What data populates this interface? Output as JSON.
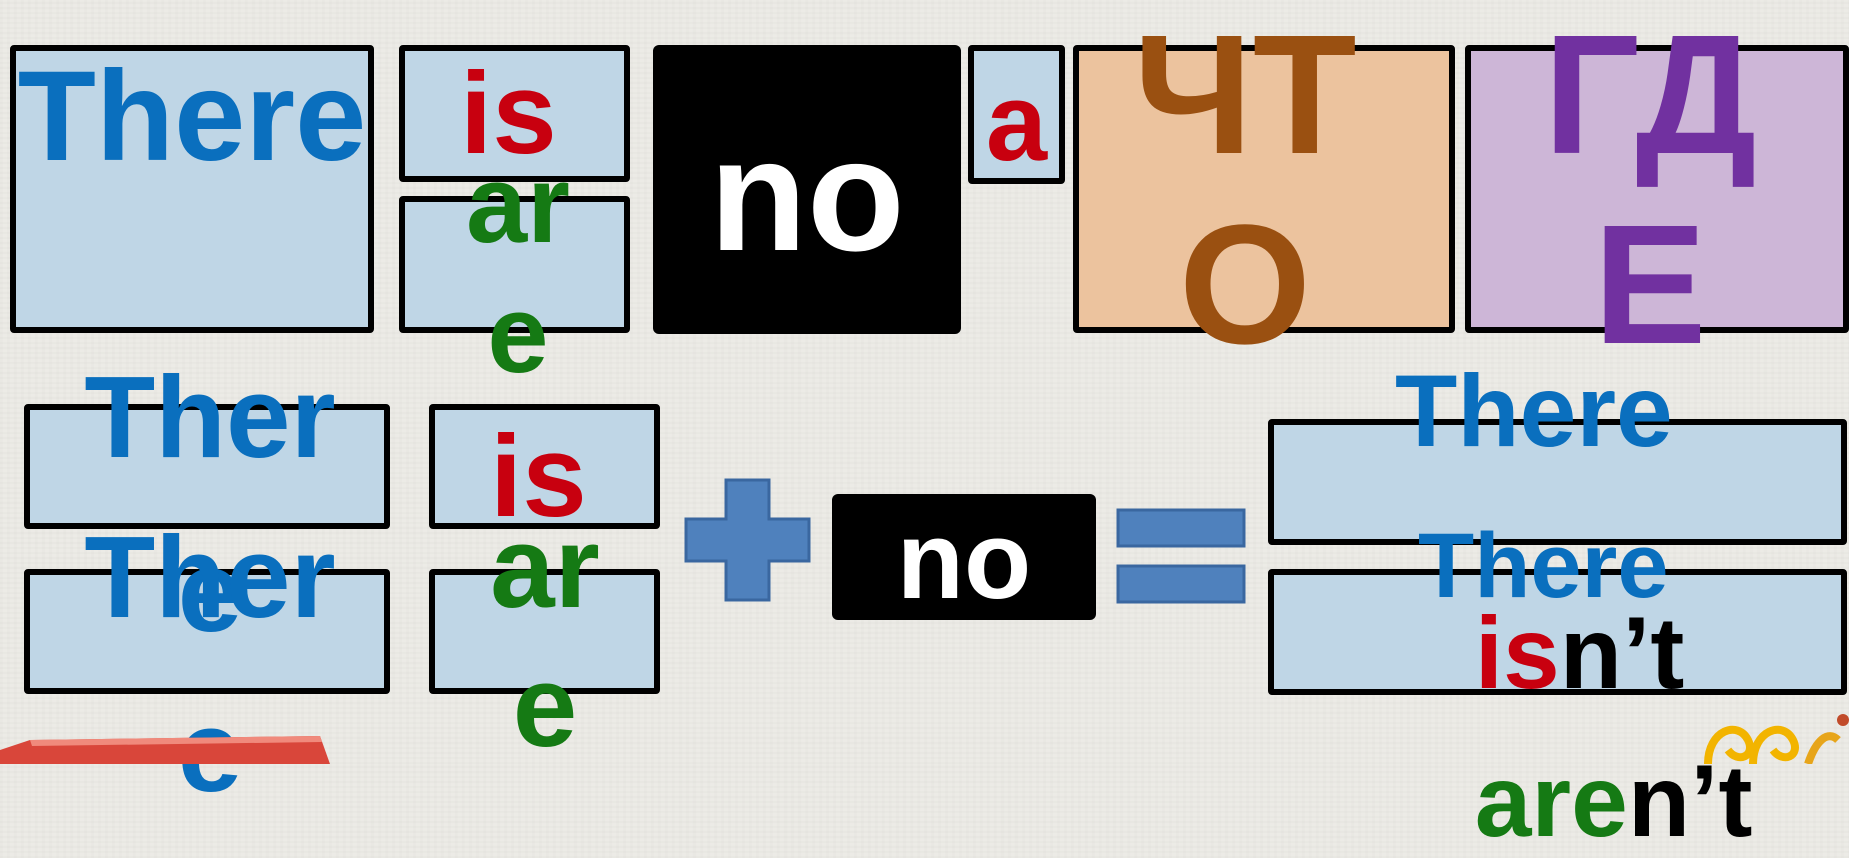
{
  "top_row": {
    "there": "There",
    "is": "is",
    "are": "are",
    "no": "no",
    "a": "a",
    "chto": "ЧТО",
    "gde": "ГДЕ"
  },
  "formula": {
    "there_1": "There",
    "there_2": "There",
    "is": "is",
    "are": "are",
    "plus": "+",
    "no": "no",
    "equals": "=",
    "result_1_there": "There",
    "result_1_is": "is",
    "result_1_nt": "n’t",
    "result_2_there": "There",
    "result_2_are": "are",
    "result_2_nt": "n’t"
  },
  "colors": {
    "blue_text": "#0a6fbe",
    "red_text": "#c8000f",
    "green_text": "#157a14",
    "box_fill": "#bfd6e6",
    "chto_fill": "#ecc39e",
    "gde_fill": "#cdb6d7",
    "symbol_blue": "#4f81bd"
  }
}
